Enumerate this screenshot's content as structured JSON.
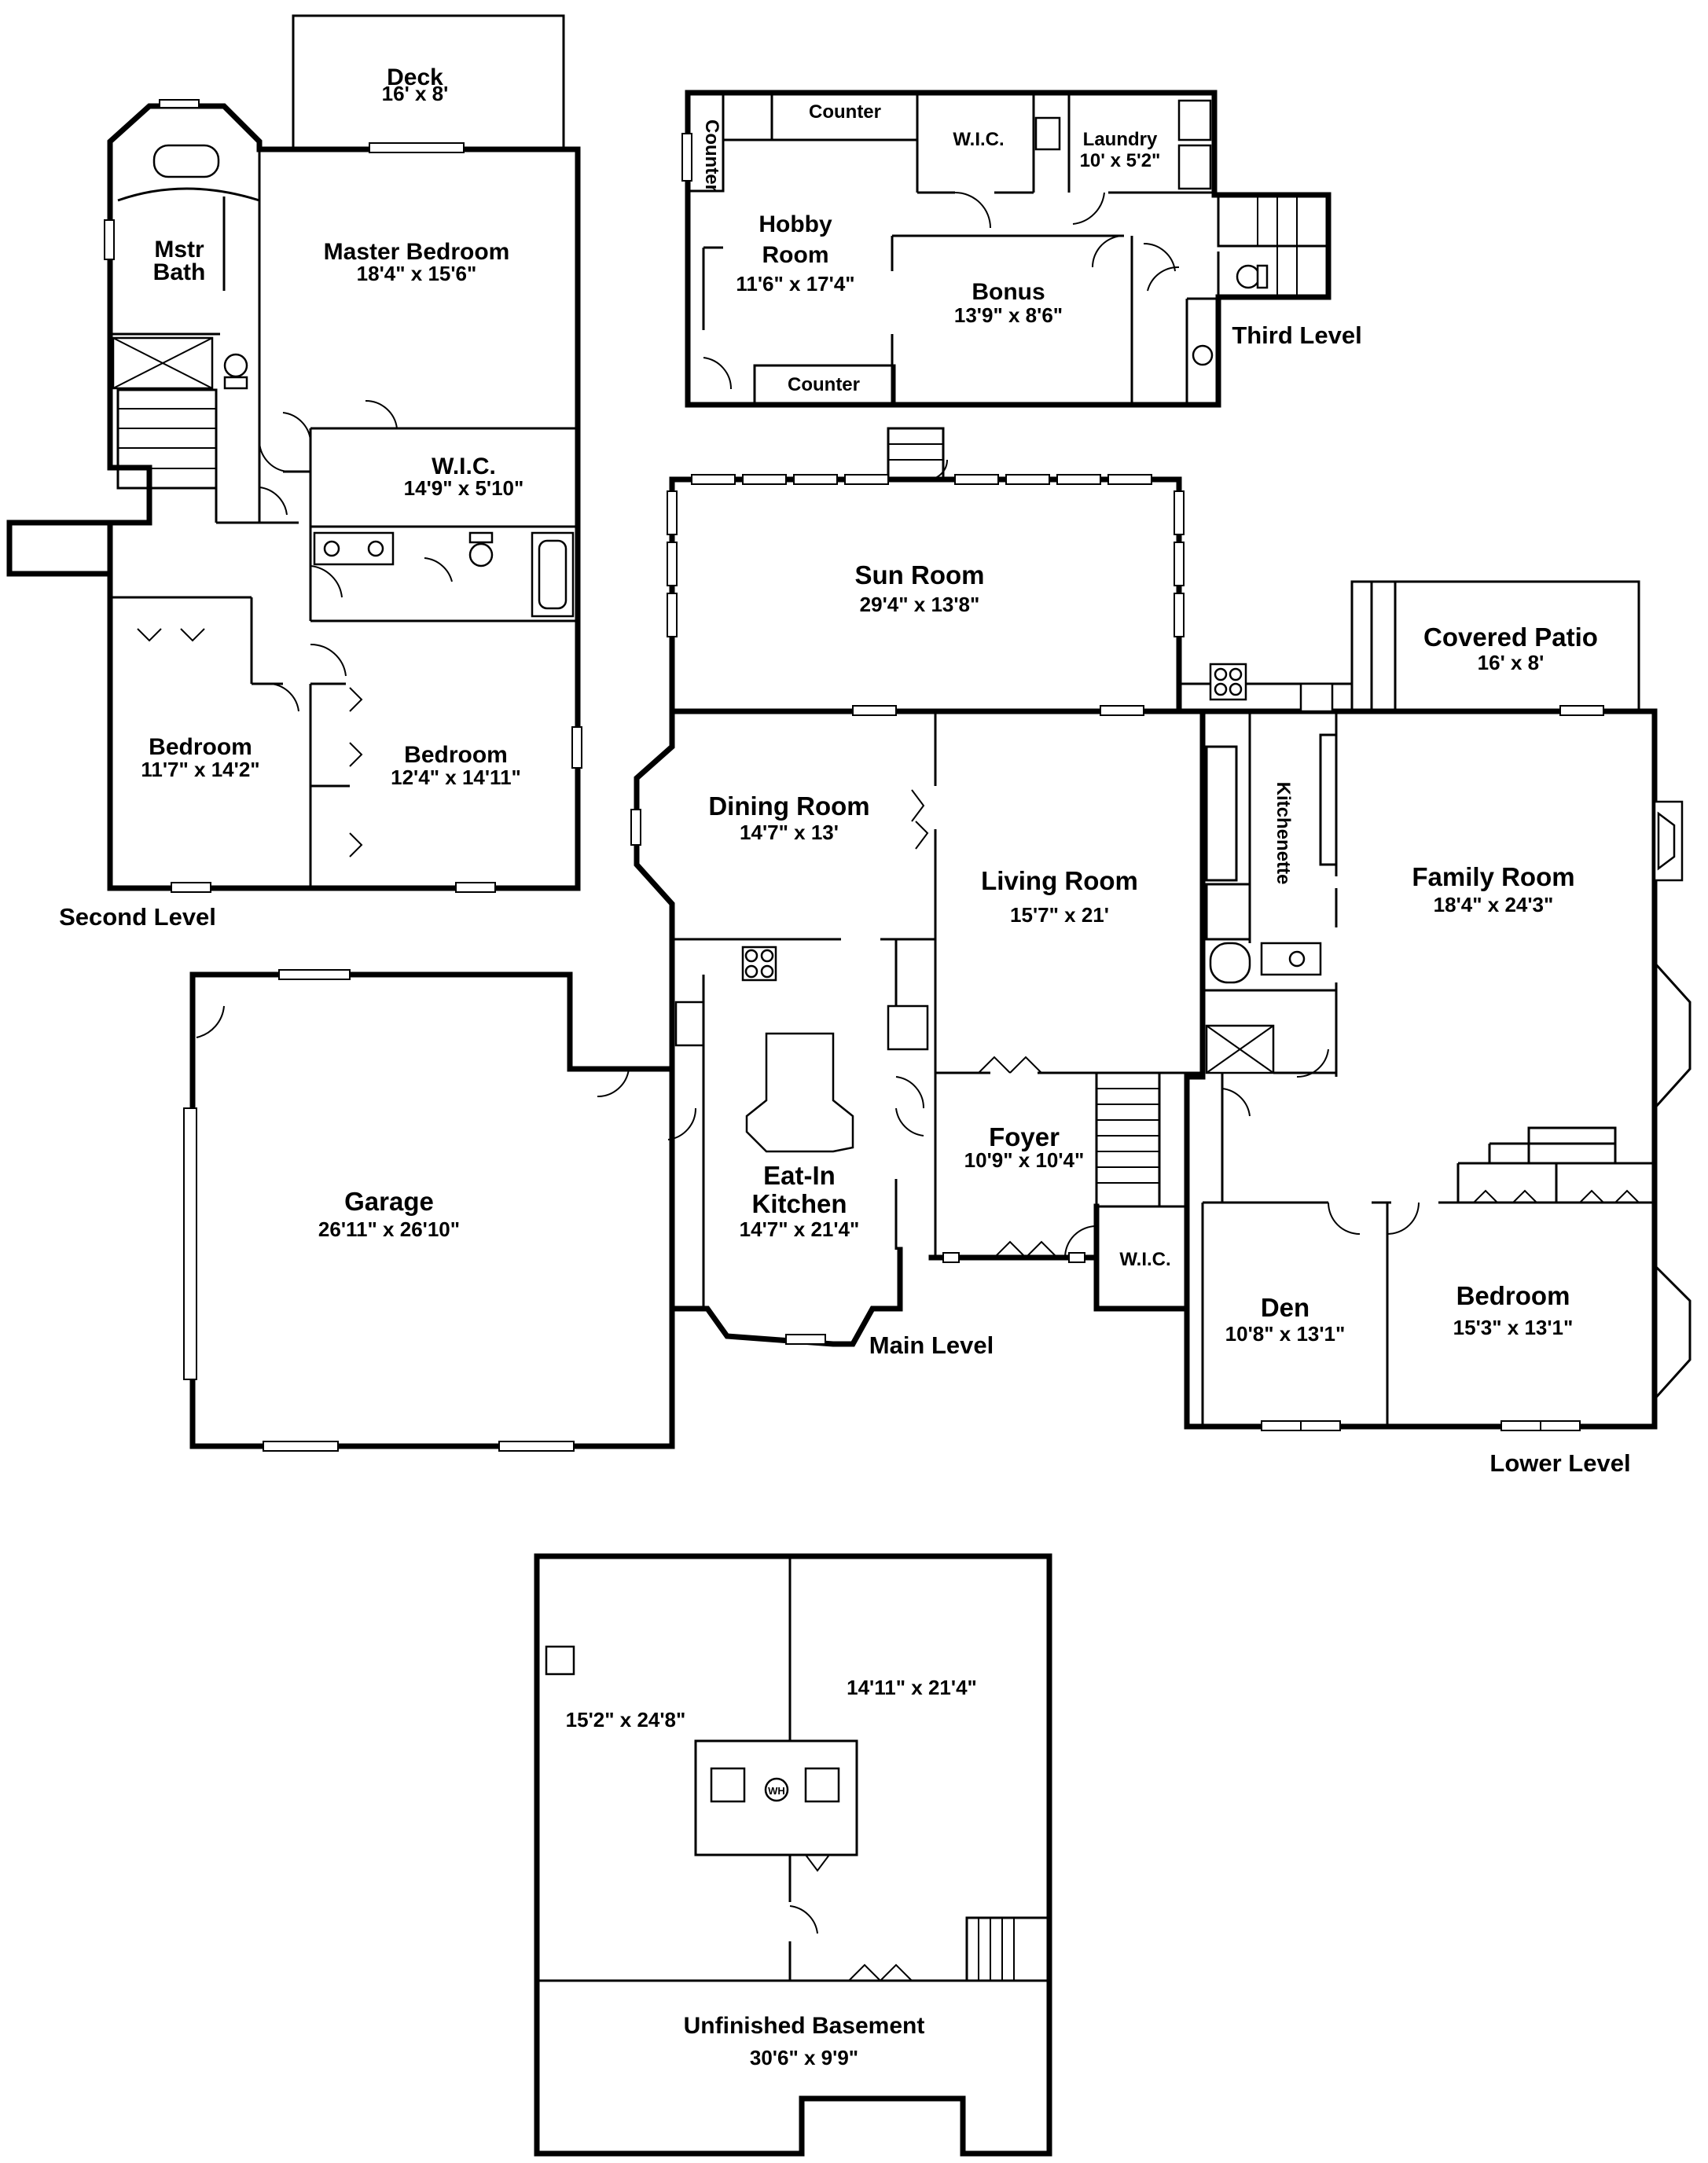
{
  "levels": {
    "second": "Second Level",
    "third": "Third Level",
    "main": "Main Level",
    "lower": "Lower Level"
  },
  "rooms": {
    "deck": {
      "name": "Deck",
      "dim": "16' x 8'"
    },
    "master_bath": {
      "name_line1": "Mstr",
      "name_line2": "Bath"
    },
    "master_bedroom": {
      "name": "Master Bedroom",
      "dim": "18'4\" x 15'6\""
    },
    "wic_second": {
      "name": "W.I.C.",
      "dim": "14'9\" x 5'10\""
    },
    "bedroom_left": {
      "name": "Bedroom",
      "dim": "11'7\" x 14'2\""
    },
    "bedroom_right": {
      "name": "Bedroom",
      "dim": "12'4\" x 14'11\""
    },
    "counter_top": {
      "name": "Counter"
    },
    "counter_side": {
      "name": "Counter"
    },
    "counter_bottom": {
      "name": "Counter"
    },
    "wic_third": {
      "name": "W.I.C."
    },
    "laundry": {
      "name": "Laundry",
      "dim": "10' x 5'2\""
    },
    "hobby_room": {
      "name_line1": "Hobby",
      "name_line2": "Room",
      "dim": "11'6\" x 17'4\""
    },
    "bonus": {
      "name": "Bonus",
      "dim": "13'9\" x 8'6\""
    },
    "sun_room": {
      "name": "Sun Room",
      "dim": "29'4\" x 13'8\""
    },
    "covered_patio": {
      "name": "Covered Patio",
      "dim": "16' x 8'"
    },
    "dining_room": {
      "name": "Dining Room",
      "dim": "14'7\" x 13'"
    },
    "living_room": {
      "name": "Living Room",
      "dim": "15'7\" x 21'"
    },
    "kitchenette": {
      "name": "Kitchenette"
    },
    "family_room": {
      "name": "Family Room",
      "dim": "18'4\" x 24'3\""
    },
    "garage": {
      "name": "Garage",
      "dim": "26'11\" x 26'10\""
    },
    "eat_in_kitchen": {
      "name_line1": "Eat-In",
      "name_line2": "Kitchen",
      "dim": "14'7\" x 21'4\""
    },
    "foyer": {
      "name": "Foyer",
      "dim": "10'9\" x 10'4\""
    },
    "wic_lower": {
      "name": "W.I.C."
    },
    "den": {
      "name": "Den",
      "dim": "10'8\" x 13'1\""
    },
    "bedroom_lower": {
      "name": "Bedroom",
      "dim": "15'3\" x 13'1\""
    },
    "basement_left": {
      "dim": "15'2\" x 24'8\""
    },
    "basement_right": {
      "dim": "14'11\" x 21'4\""
    },
    "unfinished_basement": {
      "name": "Unfinished Basement",
      "dim": "30'6\" x 9'9\""
    },
    "water_heater": {
      "label": "WH"
    }
  }
}
